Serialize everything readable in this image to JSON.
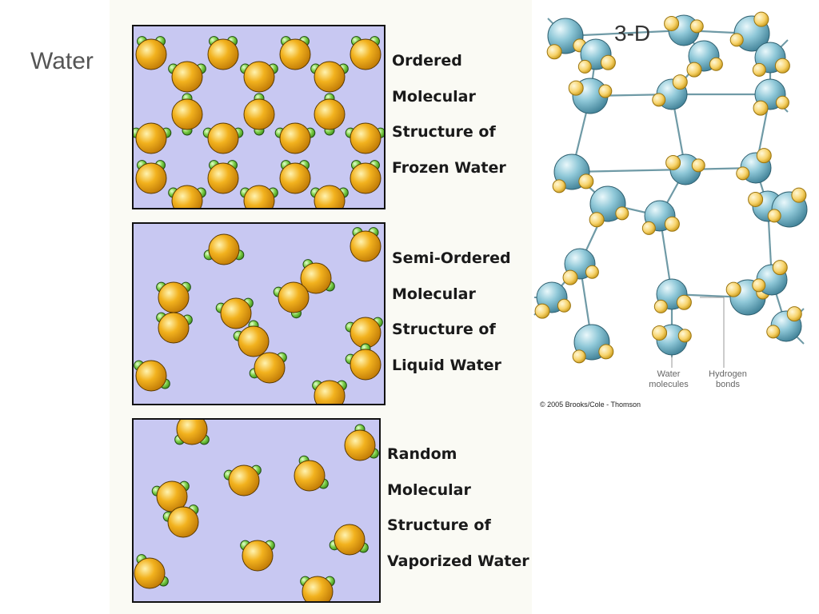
{
  "slide": {
    "title": "Water",
    "view_label": "3-D"
  },
  "panels": [
    {
      "lines": [
        "Ordered",
        "Molecular",
        "Structure of",
        "Frozen Water"
      ]
    },
    {
      "lines": [
        "Semi-Ordered",
        "Molecular",
        "Structure of",
        "Liquid Water"
      ]
    },
    {
      "lines": [
        "Random",
        "Molecular",
        "Structure of",
        "Vaporized Water"
      ]
    }
  ],
  "lattice": {
    "label_water": [
      "Water",
      "molecules"
    ],
    "label_hbonds": [
      "Hydrogen",
      "bonds"
    ],
    "copyright": "© 2005 Brooks/Cole - Thomson"
  },
  "colors": {
    "oxygen": "#f2b21e",
    "hydrogen": "#7ed04a",
    "box_fill": "#c8c8f2",
    "lattice_oxygen": "#8fc8d8",
    "lattice_hydrogen": "#f7d36b"
  }
}
